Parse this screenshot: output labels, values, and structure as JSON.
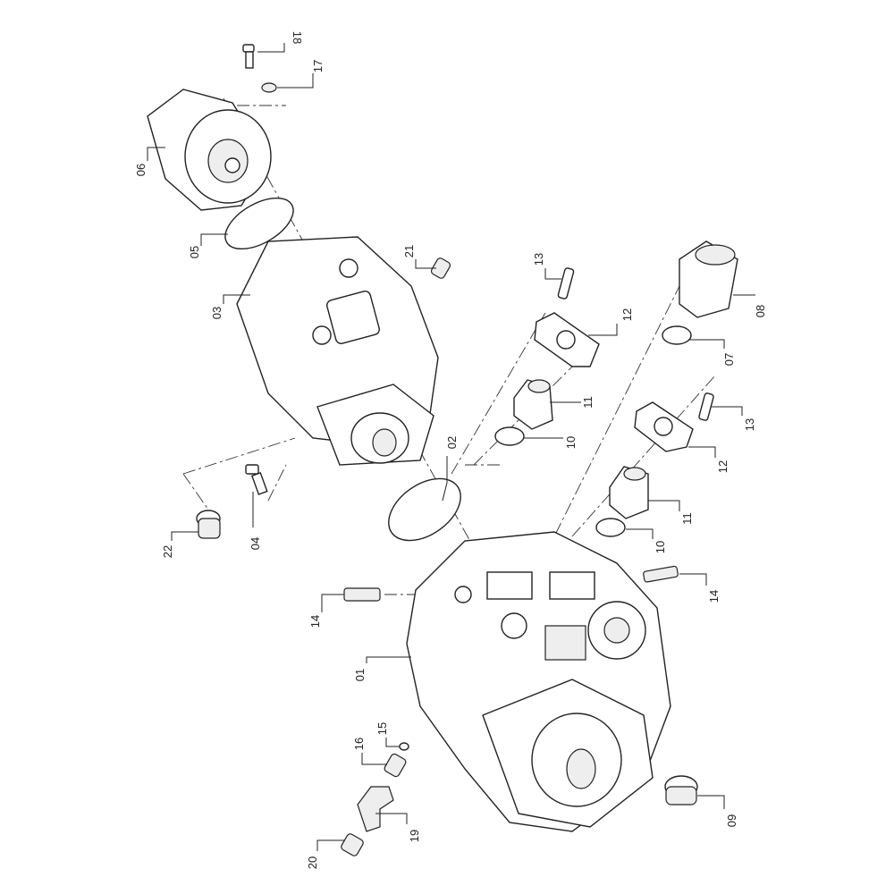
{
  "diagram": {
    "type": "exploded-parts-view",
    "callouts": [
      {
        "id": "c18",
        "label": "18"
      },
      {
        "id": "c17",
        "label": "17"
      },
      {
        "id": "c06",
        "label": "06"
      },
      {
        "id": "c05",
        "label": "05"
      },
      {
        "id": "c03",
        "label": "03"
      },
      {
        "id": "c21",
        "label": "21"
      },
      {
        "id": "c13a",
        "label": "13"
      },
      {
        "id": "c12a",
        "label": "12"
      },
      {
        "id": "c08",
        "label": "08"
      },
      {
        "id": "c07",
        "label": "07"
      },
      {
        "id": "c11a",
        "label": "11"
      },
      {
        "id": "c10a",
        "label": "10"
      },
      {
        "id": "c02",
        "label": "02"
      },
      {
        "id": "c13b",
        "label": "13"
      },
      {
        "id": "c12b",
        "label": "12"
      },
      {
        "id": "c11b",
        "label": "11"
      },
      {
        "id": "c10b",
        "label": "10"
      },
      {
        "id": "c22",
        "label": "22"
      },
      {
        "id": "c04",
        "label": "04"
      },
      {
        "id": "c14a",
        "label": "14"
      },
      {
        "id": "c14b",
        "label": "14"
      },
      {
        "id": "c01",
        "label": "01"
      },
      {
        "id": "c15",
        "label": "15"
      },
      {
        "id": "c16",
        "label": "16"
      },
      {
        "id": "c19",
        "label": "19"
      },
      {
        "id": "c09",
        "label": "09"
      },
      {
        "id": "c20",
        "label": "20"
      }
    ]
  }
}
